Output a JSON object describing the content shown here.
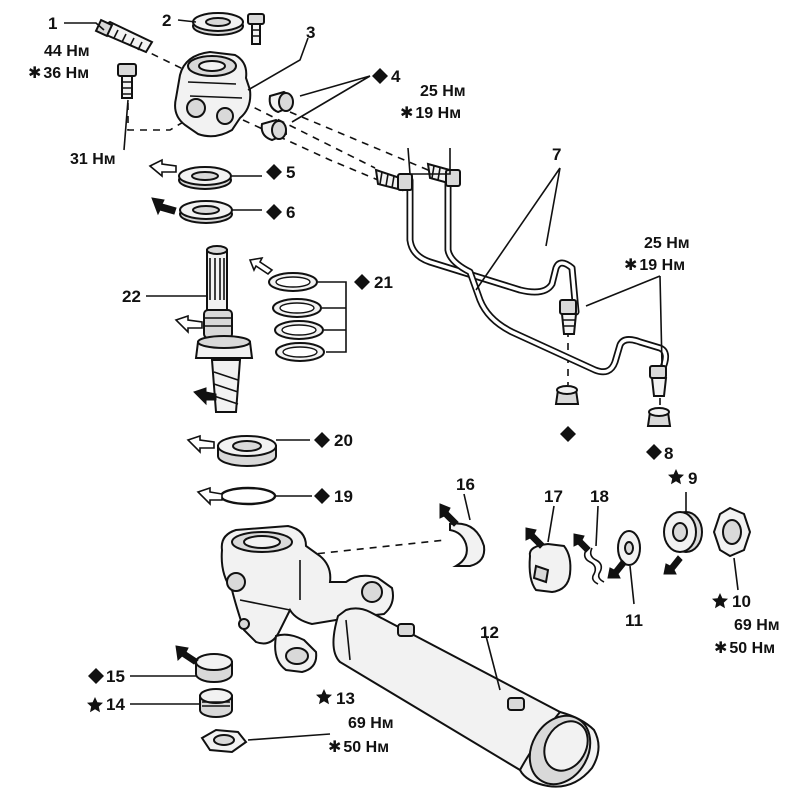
{
  "labels": {
    "p1": "1",
    "p2": "2",
    "p3": "3",
    "p4": "4",
    "p5": "5",
    "p6": "6",
    "p7": "7",
    "p8": "8",
    "p9": "9",
    "p10": "10",
    "p11": "11",
    "p12": "12",
    "p13": "13",
    "p14": "14",
    "p15": "15",
    "p16": "16",
    "p17": "17",
    "p18": "18",
    "p19": "19",
    "p20": "20",
    "p21": "21",
    "p22": "22"
  },
  "torques": {
    "t1a": "44 Нм",
    "t1b": "36 Нм",
    "t31": "31 Нм",
    "t7a": "25 Нм",
    "t7b": "19 Нм",
    "t8a": "25 Нм",
    "t8b": "19 Нм",
    "t10a": "69 Нм",
    "t10b": "50 Нм",
    "t13a": "69 Нм",
    "t13b": "50 Нм"
  },
  "symbols": {
    "asterisk": "✱"
  }
}
